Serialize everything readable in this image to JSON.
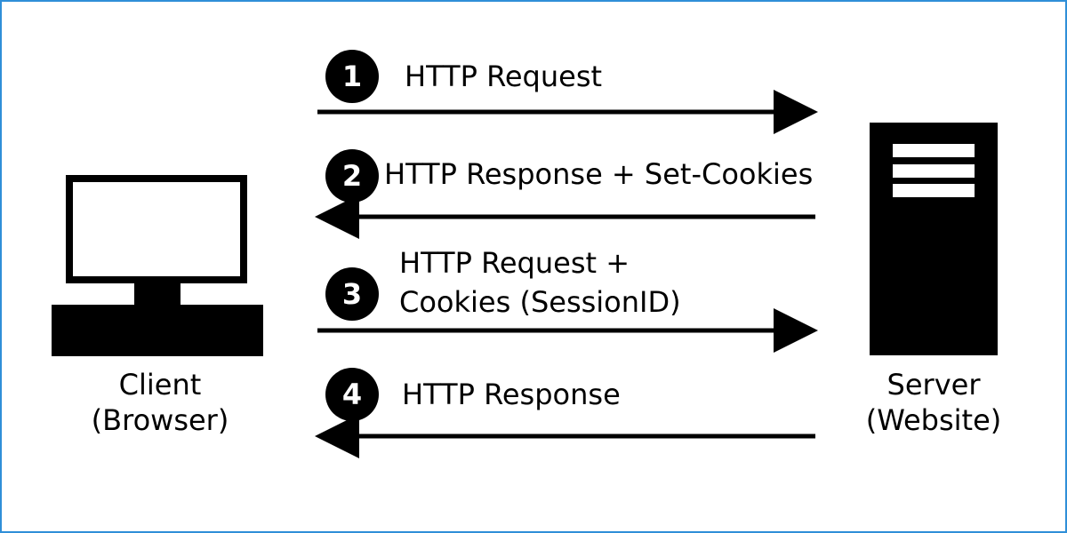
{
  "colors": {
    "border": "#2f8fd8",
    "ink": "#000000",
    "paper": "#ffffff"
  },
  "client": {
    "icon": "desktop-computer-icon",
    "label_line1": "Client",
    "label_line2": "(Browser)"
  },
  "server": {
    "icon": "server-tower-icon",
    "label_line1": "Server",
    "label_line2": "(Website)"
  },
  "steps": [
    {
      "number": "1",
      "text_line1": "HTTP Request",
      "text_line2": "",
      "direction": "client-to-server"
    },
    {
      "number": "2",
      "text_line1": "HTTP Response + Set-Cookies",
      "text_line2": "",
      "direction": "server-to-client"
    },
    {
      "number": "3",
      "text_line1": "HTTP Request +",
      "text_line2": "Cookies (SessionID)",
      "direction": "client-to-server"
    },
    {
      "number": "4",
      "text_line1": "HTTP Response",
      "text_line2": "",
      "direction": "server-to-client"
    }
  ]
}
